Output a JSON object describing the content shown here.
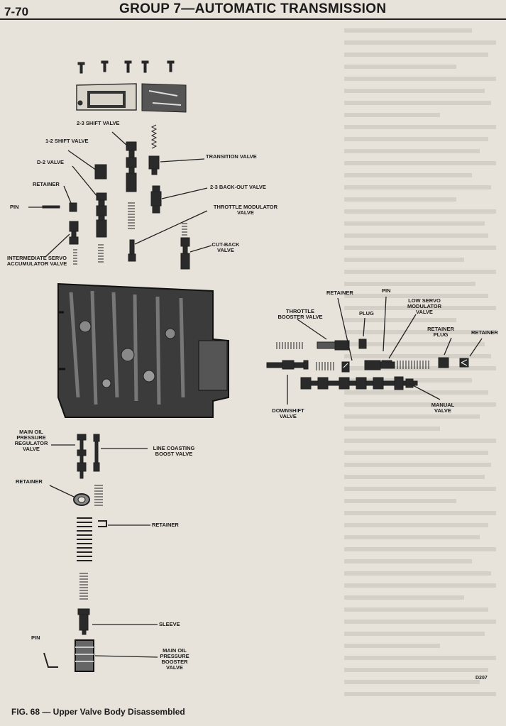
{
  "header": {
    "page_number": "7-70",
    "title": "GROUP 7—AUTOMATIC TRANSMISSION"
  },
  "labels": {
    "shift_23_valve": "2-3 SHIFT VALVE",
    "shift_12_valve": "1-2 SHIFT VALVE",
    "d2_valve": "D-2 VALVE",
    "transition_valve": "TRANSITION VALVE",
    "retainer_top": "RETAINER",
    "backout_23_valve": "2-3 BACK-OUT VALVE",
    "pin_top": "PIN",
    "throttle_modulator_valve": "THROTTLE MODULATOR VALVE",
    "cutback_valve": "CUT-BACK VALVE",
    "intermediate_servo": "INTERMEDIATE SERVO ACCUMULATOR VALVE",
    "retainer_right1": "RETAINER",
    "pin_right": "PIN",
    "throttle_booster_valve": "THROTTLE BOOSTER VALVE",
    "plug": "PLUG",
    "low_servo_modulator_valve": "LOW SERVO MODULATOR VALVE",
    "retainer_plug": "RETAINER PLUG",
    "retainer_right2": "RETAINER",
    "downshift_valve": "DOWNSHIFT VALVE",
    "manual_valve": "MANUAL VALVE",
    "main_oil_pressure_regulator_valve": "MAIN OIL PRESSURE REGULATOR VALVE",
    "line_coasting_boost_valve": "LINE COASTING BOOST VALVE",
    "retainer_left": "RETAINER",
    "retainer_mid": "RETAINER",
    "sleeve": "SLEEVE",
    "pin_bottom": "PIN",
    "main_oil_pressure_booster_valve": "MAIN OIL PRESSURE BOOSTER VALVE"
  },
  "figure": {
    "code": "D207",
    "caption": "FIG. 68 — Upper Valve Body Disassembled"
  }
}
